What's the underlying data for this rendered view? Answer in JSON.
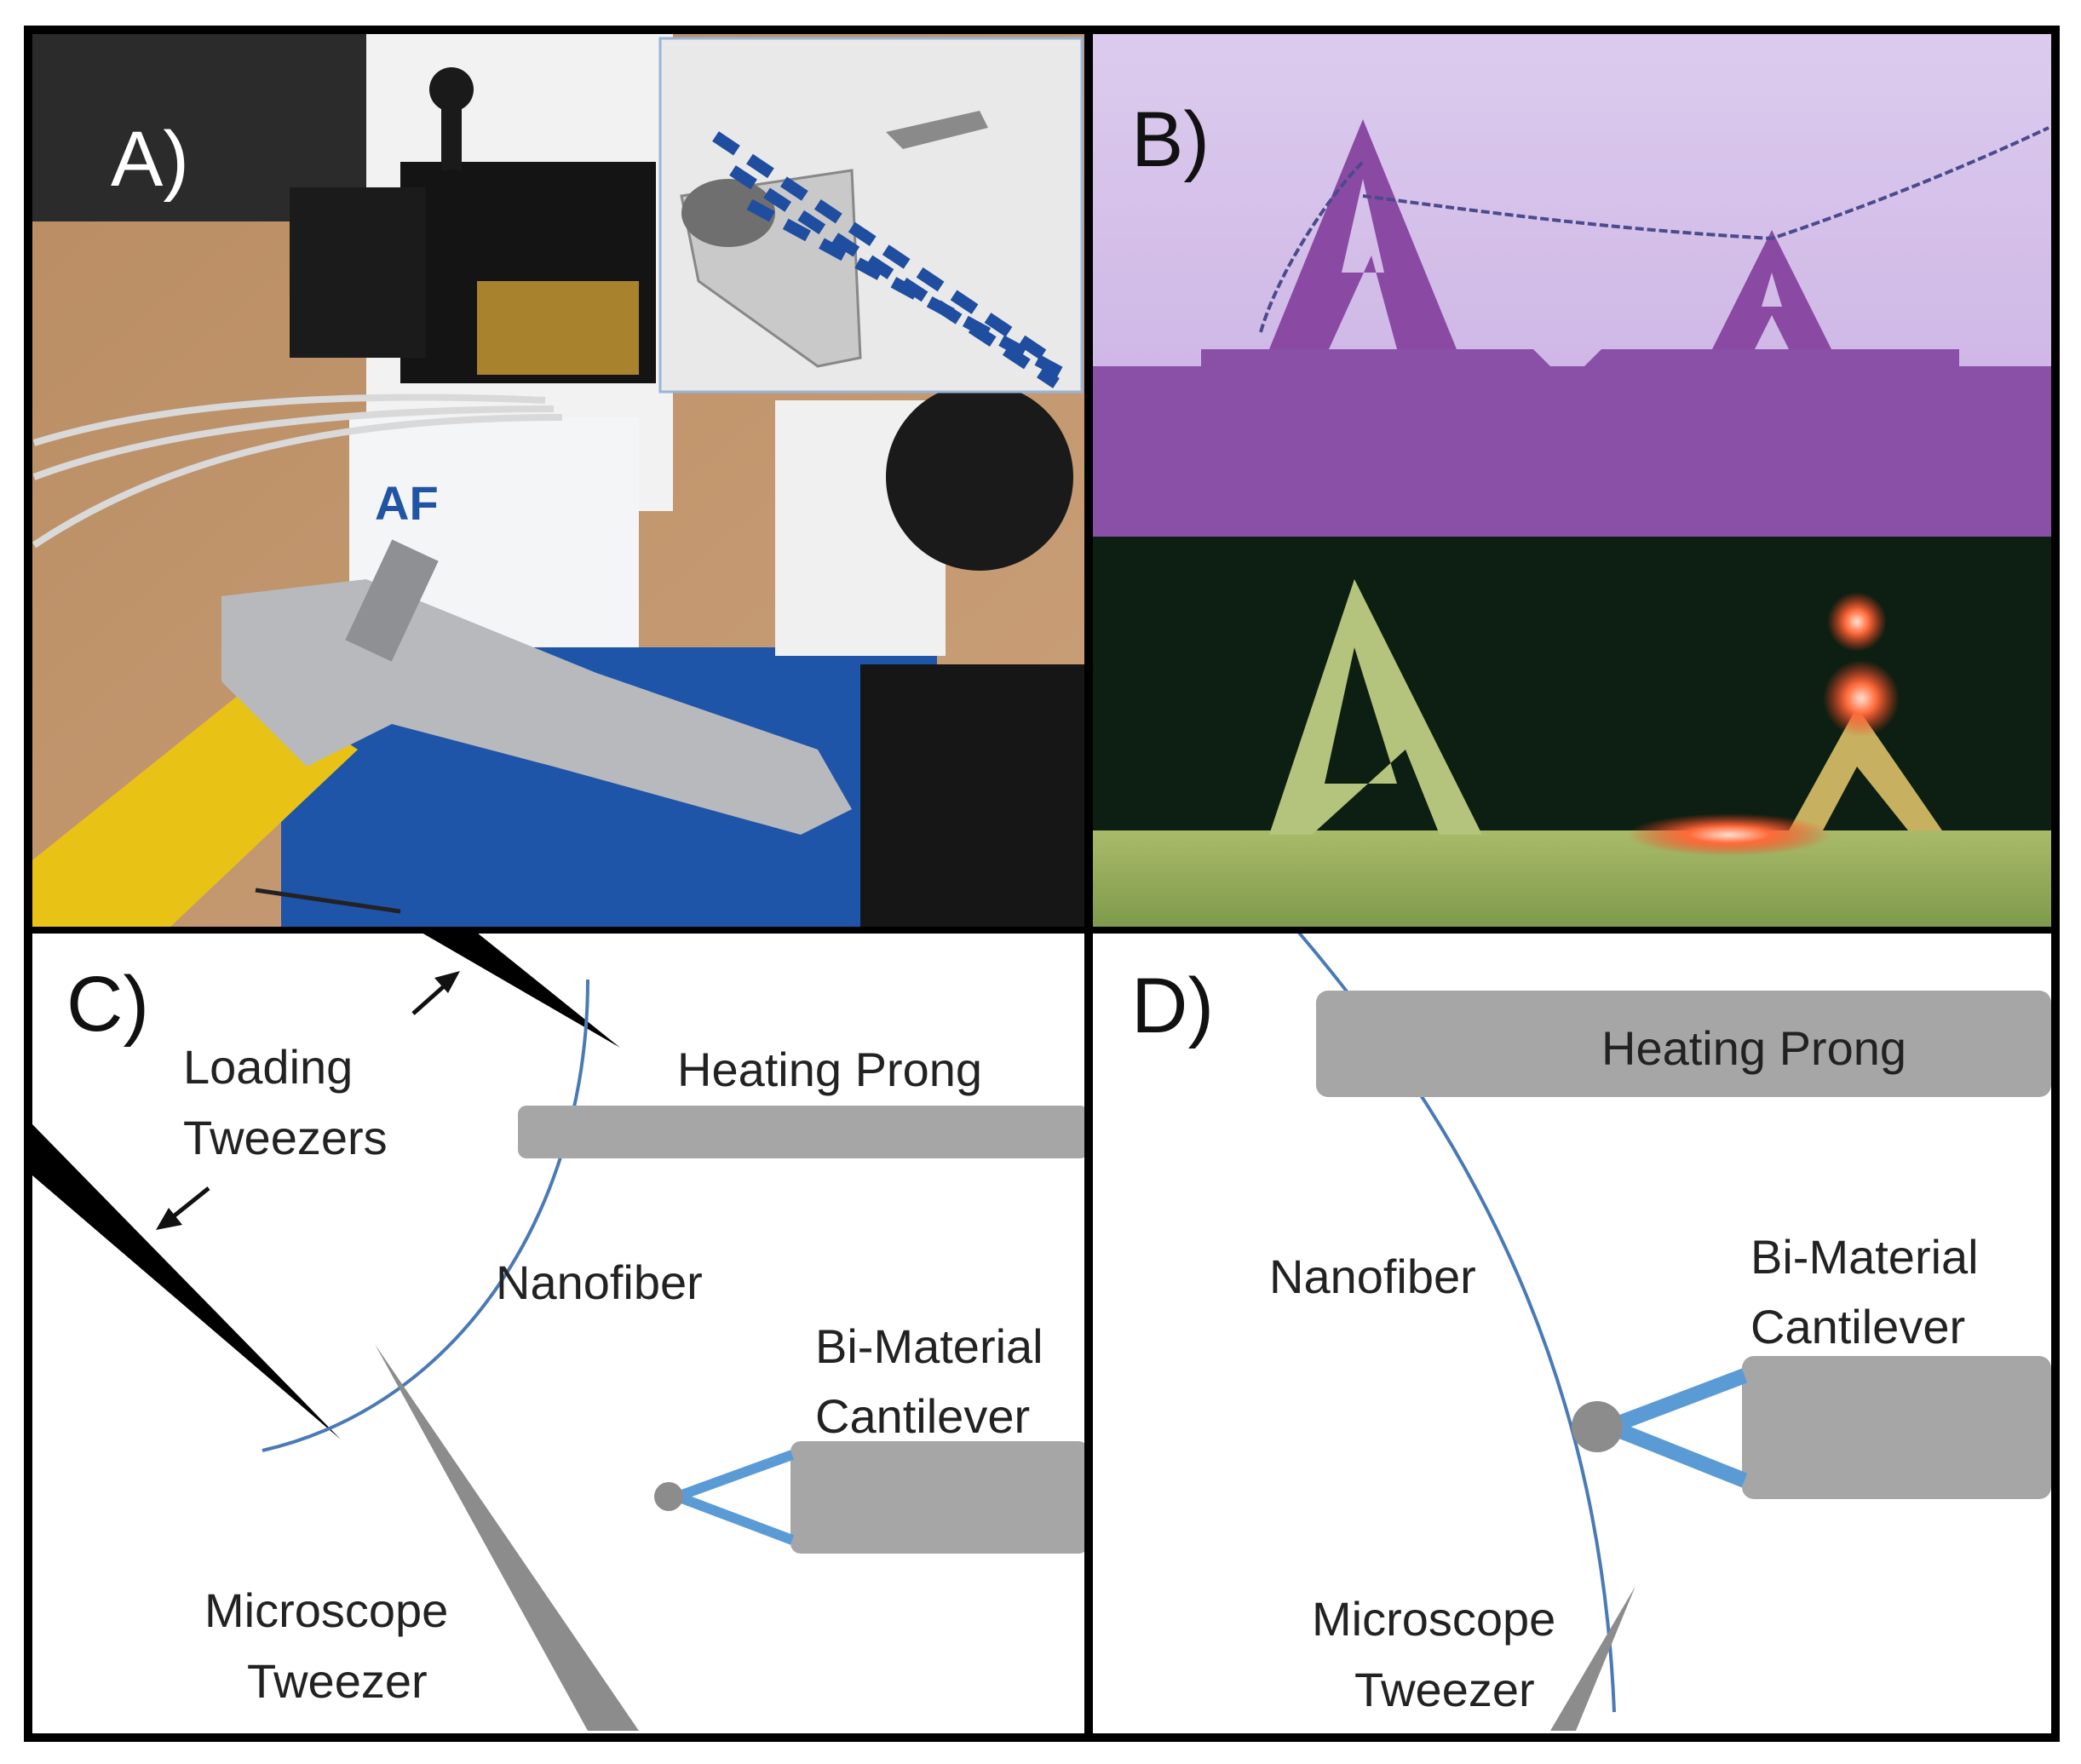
{
  "panels": {
    "a": {
      "label": "A)"
    },
    "b": {
      "label": "B)"
    },
    "c": {
      "label": "C)",
      "loading_tweezers_line1": "Loading",
      "loading_tweezers_line2": "Tweezers",
      "heating_prong": "Heating Prong",
      "nanofiber": "Nanofiber",
      "bimaterial_line1": "Bi-Material",
      "bimaterial_line2": "Cantilever",
      "microscope_line1": "Microscope",
      "microscope_line2": "Tweezer"
    },
    "d": {
      "label": "D)",
      "heating_prong": "Heating Prong",
      "nanofiber": "Nanofiber",
      "bimaterial_line1": "Bi-Material",
      "bimaterial_line2": "Cantilever",
      "microscope_line1": "Microscope",
      "microscope_line2": "Tweezer"
    }
  },
  "colors": {
    "border": "#000000",
    "prong_gray": "#a6a6a6",
    "fiber_blue": "#4a7ab5",
    "cantilever_blue": "#5b9bd5",
    "tweezer_black": "#000000",
    "tweezer_gray": "#8c8c8c",
    "purple_substrate": "#8a50a8",
    "purple_background": "#d7c5ea",
    "dark_green_background": "#0d1f12",
    "yellow_handle": "#e8c316",
    "blue_stage": "#1f55a8"
  },
  "icons": {
    "arrow": "arrow-icon"
  }
}
